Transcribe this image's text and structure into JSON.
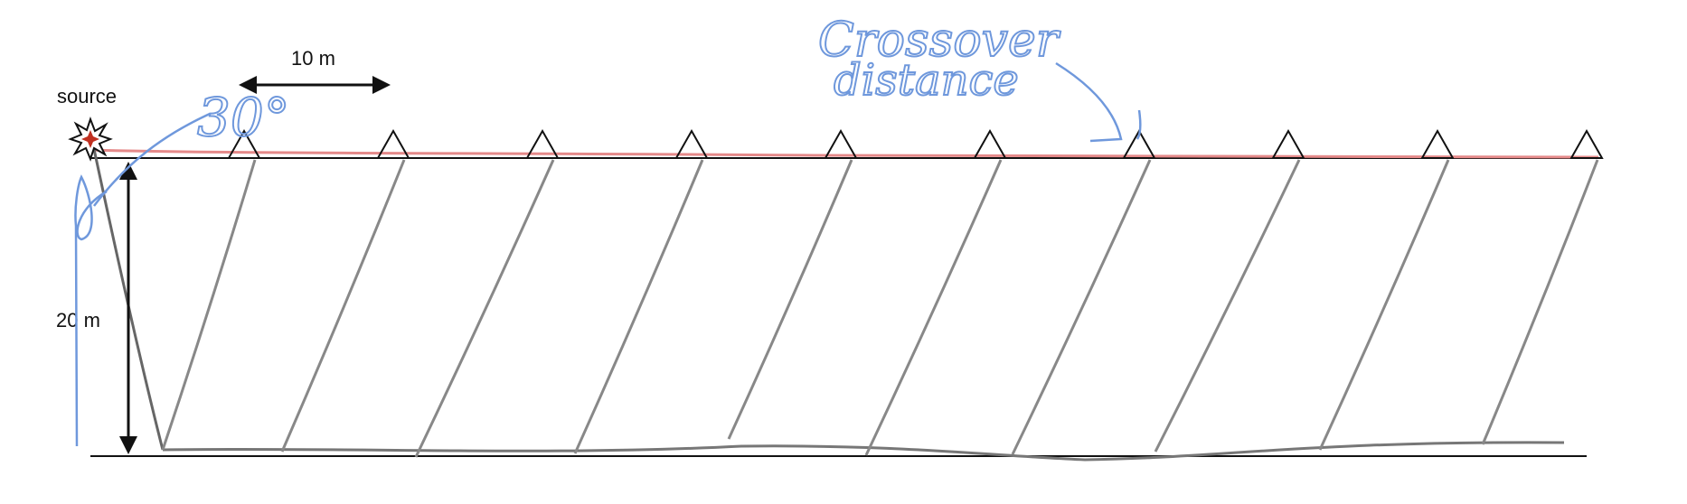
{
  "labels": {
    "source": "source",
    "spacing": "10 m",
    "depth": "20 m"
  },
  "annotations": {
    "angle": "30°",
    "crossover_line1": "Crossover",
    "crossover_line2": "distance"
  },
  "colors": {
    "ink": "#111111",
    "pencil": "#777777",
    "annotation": "#6f98dc",
    "direct_ray": "#e58a8a",
    "source_fill": "#c03020"
  },
  "icons": {
    "source": "explosion-star-icon",
    "receiver": "triangle-geophone-icon"
  },
  "receivers": {
    "count": 10
  }
}
